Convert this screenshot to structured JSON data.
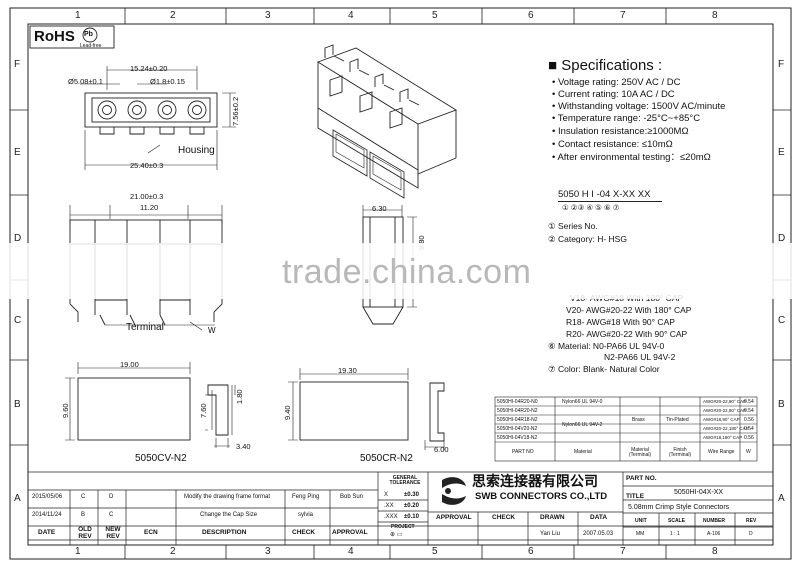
{
  "compliance": {
    "rohs": "RoHS",
    "pb": "Pb",
    "lead_free": "Lead-free"
  },
  "grid": {
    "columns": [
      "1",
      "2",
      "3",
      "4",
      "5",
      "6",
      "7",
      "8"
    ],
    "rows": [
      "F",
      "E",
      "D",
      "C",
      "B",
      "A"
    ]
  },
  "specs": {
    "title": "Specifications",
    "items": [
      "Voltage rating: 250V AC / DC",
      "Current rating:  10A  AC / DC",
      "Withstanding voltage: 1500V AC/minute",
      "Temperature range: -25°C~+85°C",
      "Insulation resistance:≥1000MΩ",
      "Contact resistance: ≤10mΩ",
      "After environmental testing：≤20mΩ"
    ]
  },
  "part_code": {
    "code": "5050 H I -04 X-XX XX",
    "markers": "①  ②③  ④  ⑤ ⑥  ⑦",
    "lines": [
      "① Series No.",
      "② Category:  H- HSG",
      "V18- AWG#18 With 180° CAP",
      "V20- AWG#20-22 With 180° CAP",
      "R18- AWG#18 With 90° CAP",
      "R20- AWG#20-22 With 90° CAP",
      "⑥ Material:  N0-PA66 UL 94V-0",
      "N2-PA66 UL 94V-2",
      "⑦ Color:  Blank- Natural Color"
    ]
  },
  "dimensions": {
    "pitch_total": "15.24±0.20",
    "hole_dia": "Ø5.08±0.1",
    "pin_dia": "Ø1.8±0.15",
    "height": "7.56±0.2",
    "width": "25.40±0.3",
    "front_width": "21.00±0.3",
    "front_inner": "11.20",
    "side_width": "6.30",
    "side_height": "8.80",
    "cv_width": "19.00",
    "cv_height": "9.60",
    "cv_side_h": "7.60",
    "cv_side_t": "1.80",
    "cv_side_w": "3.40",
    "cr_width": "19.30",
    "cr_height": "9.40",
    "cr_side_w": "6.00"
  },
  "labels": {
    "housing": "Housing",
    "terminal": "Terminal",
    "w": "W",
    "cv": "5050CV-N2",
    "cr": "5050CR-N2"
  },
  "parts_table": {
    "rows": [
      [
        "5050HI-04R20-N0",
        "AWG#20-22,90° CAP",
        "0.54"
      ],
      [
        "5050HI-04R20-N2",
        "AWG#20-22,90° CAP",
        "0.54"
      ],
      [
        "5050HI-04R18-N2",
        "AWG#18,90° CAP",
        "0.56"
      ],
      [
        "5050HI-04V20-N2",
        "AWG#20-22,180° CAP",
        "0.54"
      ],
      [
        "5050HI-04V18-N2",
        "AWG#18,180° CAP",
        "0.56"
      ]
    ],
    "material_1": "Nylon66  UL 94V-0",
    "material_2": "Nylon66  UL 94V-2",
    "terminal_material": "Brass",
    "finish": "Tin-Plated",
    "headers": [
      "PART NO",
      "Material",
      "Material (Terminal)",
      "Finish (Terminal)",
      "Wire Range",
      "W"
    ]
  },
  "revisions": [
    [
      "2015/05/06",
      "C",
      "D",
      "Modify the drawing frame format",
      "Feng Ping",
      "Bob Sun"
    ],
    [
      "2014/11/24",
      "B",
      "C",
      "Change the Cap Size",
      "sylvia",
      ""
    ]
  ],
  "rev_headers": [
    "DATE",
    "OLD REV",
    "NEW REV",
    "ECN",
    "DESCRIPTION",
    "CHECK",
    "APPROVAL"
  ],
  "tolerance": {
    "title": "GENERAL TOLERANCE",
    "rows": [
      [
        "X",
        "±0.30"
      ],
      [
        ".XX",
        "±0.20"
      ],
      [
        ".XXX",
        "±0.10"
      ]
    ],
    "project": "PROJECT"
  },
  "company": {
    "cn": "思索连接器有限公司",
    "en": "SWB CONNECTORS CO.,LTD"
  },
  "sign": {
    "headers": [
      "APPROVAL",
      "CHECK",
      "DRAWN",
      "DATA"
    ],
    "drawn": "Yan Liu",
    "date": "2007.05.03"
  },
  "title_block": {
    "part_no_label": "PART NO.",
    "part_no": "5050HI-04X-XX",
    "title_label": "TITLE",
    "title": "5.08mm Crimp Style Connectors",
    "unit_label": "UNIT",
    "unit": "MM",
    "scale_label": "SCALE",
    "scale": "1 : 1",
    "number_label": "NUMBER",
    "number": "A-106",
    "rev_label": "REV",
    "rev": "D"
  },
  "watermark": "trade.china.com"
}
